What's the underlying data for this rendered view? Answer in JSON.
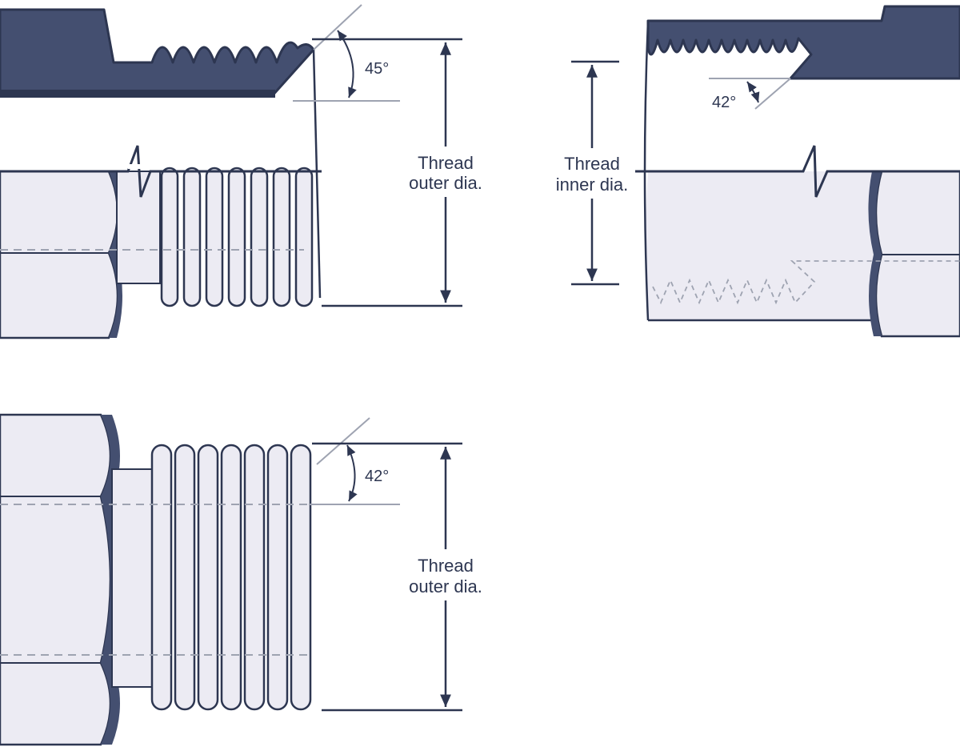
{
  "colors": {
    "navy": "#2d3651",
    "dark_fill": "#444f70",
    "light_fill": "#ecebf3",
    "dim_line": "#9ea3b1",
    "background": "#ffffff"
  },
  "diagrams": {
    "male_45": {
      "angle_label": "45°",
      "dim_label_line1": "Thread",
      "dim_label_line2": "outer dia."
    },
    "female_42": {
      "angle_label": "42°",
      "dim_label_line1": "Thread",
      "dim_label_line2": "inner dia."
    },
    "male_42": {
      "angle_label": "42°",
      "dim_label_line1": "Thread",
      "dim_label_line2": "outer dia."
    }
  }
}
